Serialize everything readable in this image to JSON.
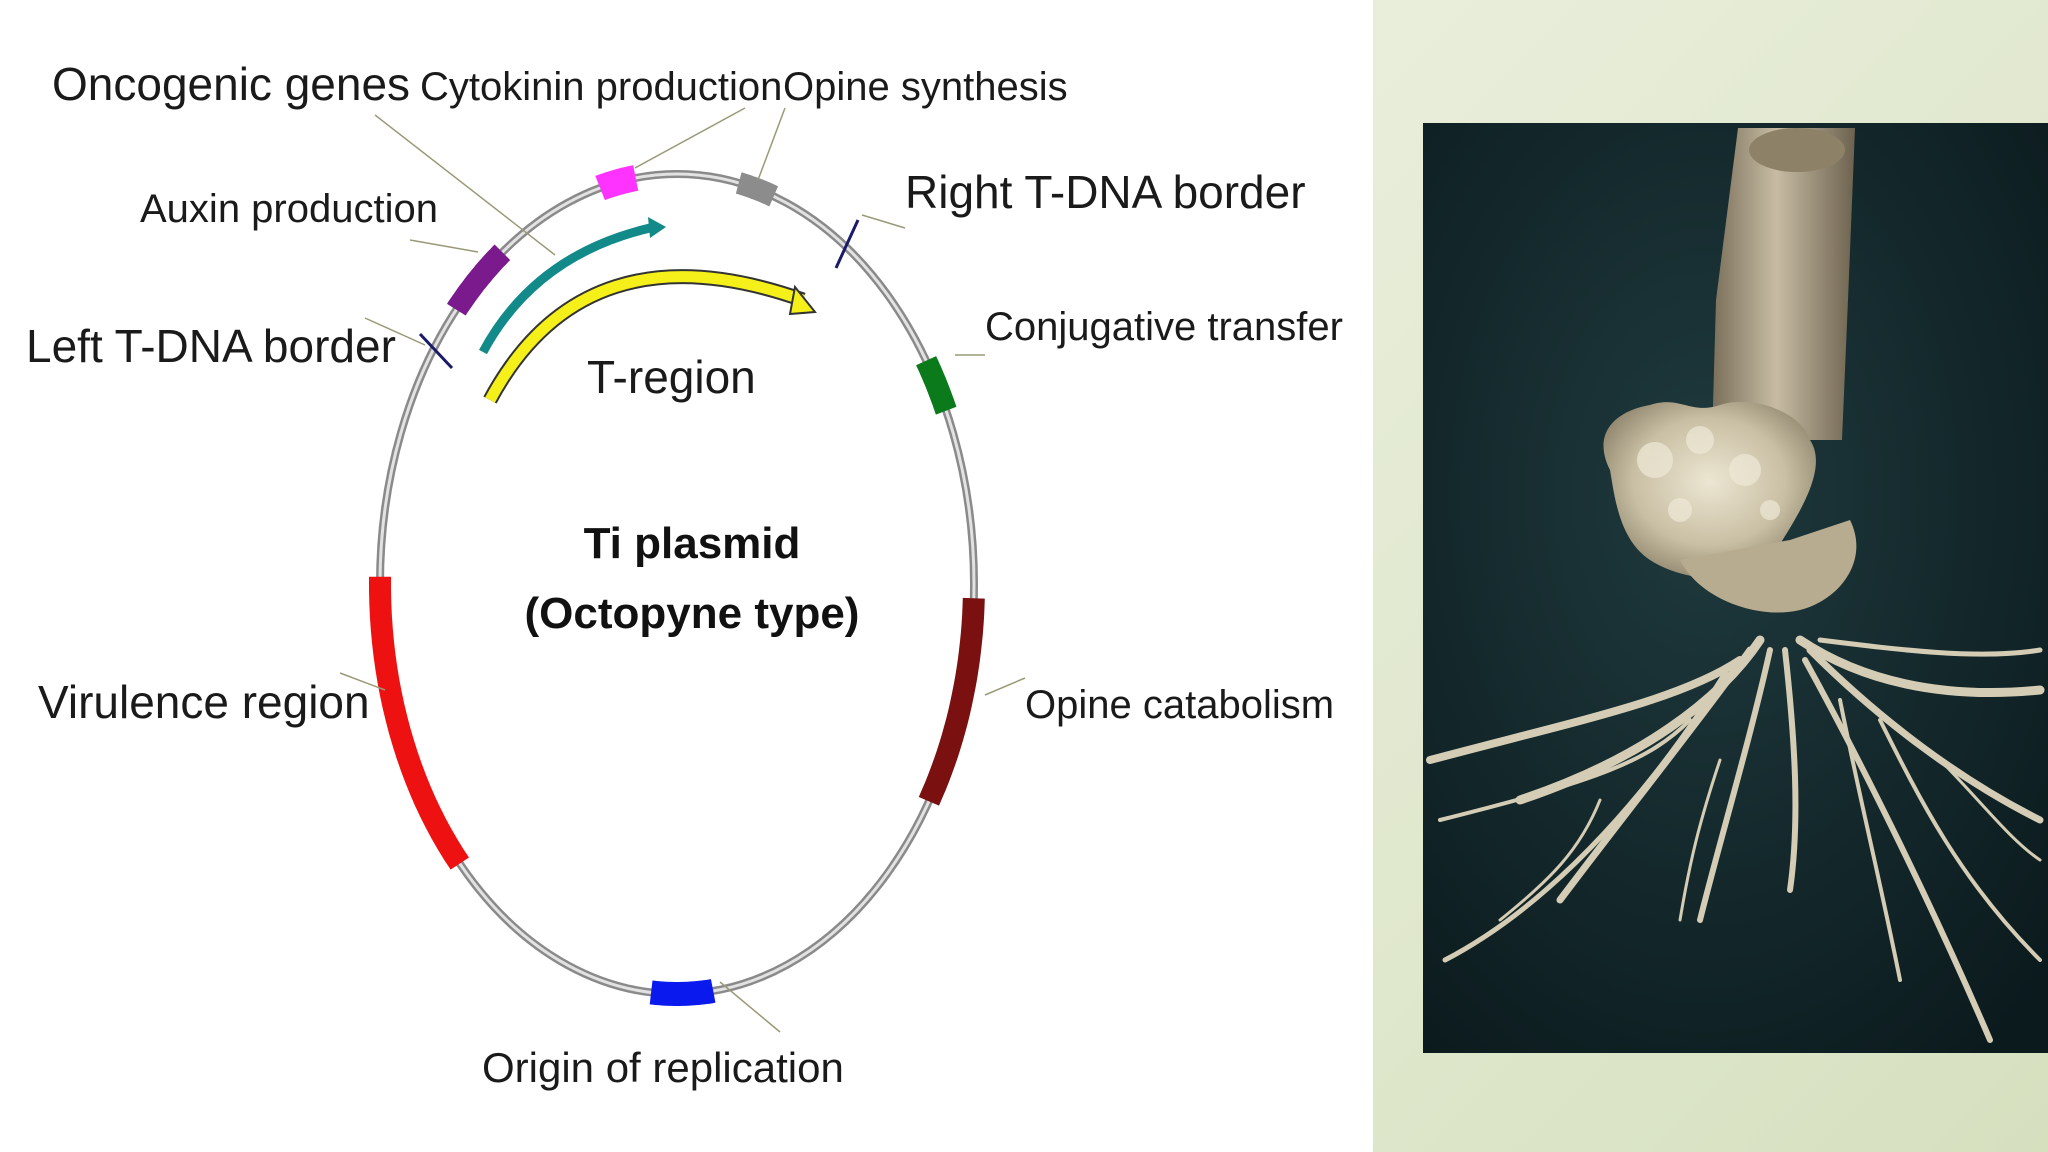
{
  "diagram": {
    "center_title": "Ti plasmid",
    "center_subtitle": "(Octopyne type)",
    "labels": {
      "oncogenic_genes": "Oncogenic genes",
      "cytokinin_production": "Cytokinin production",
      "opine_synthesis": "Opine synthesis",
      "auxin_production": "Auxin production",
      "right_border": "Right T-DNA border",
      "left_border": "Left T-DNA border",
      "conjugative_transfer": "Conjugative transfer",
      "t_region": "T-region",
      "virulence_region": "Virulence region",
      "opine_catabolism": "Opine catabolism",
      "origin_of_replication": "Origin of replication"
    },
    "colors": {
      "auxin": "#7a1a8c",
      "cytokinin": "#ff33ff",
      "opine_synthesis": "#8c8c8c",
      "conjugative": "#0a7a1a",
      "opine_catabolism": "#7a1010",
      "origin": "#0a1aee",
      "virulence": "#ee1111",
      "oncogenic_arrow": "#138a8a",
      "t_region_arrow": "#f5f01a"
    }
  },
  "photo": {
    "subject": "crown-gall-tumor-photo"
  }
}
